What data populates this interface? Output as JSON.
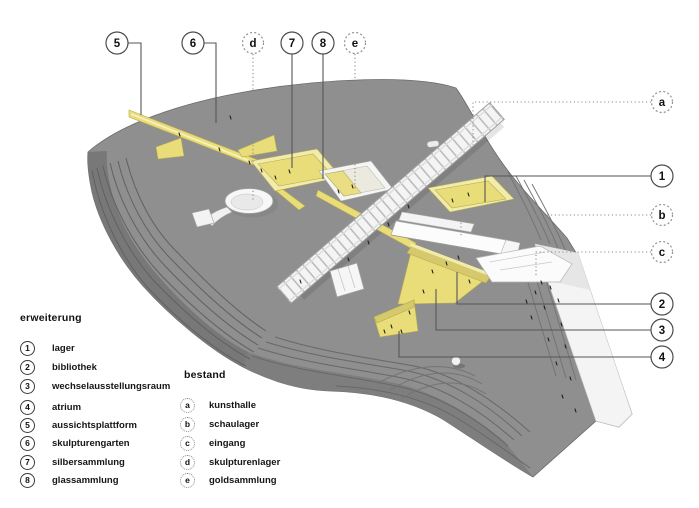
{
  "diagram": {
    "type": "architectural-site-axonometric",
    "language": "de"
  },
  "legend": {
    "erweiterung": {
      "title": "erweiterung",
      "items": [
        {
          "key": "1",
          "label": "lager"
        },
        {
          "key": "2",
          "label": "bibliothek"
        },
        {
          "key": "3",
          "label": "wechselausstellungsraum"
        },
        {
          "key": "4",
          "label": "atrium"
        },
        {
          "key": "5",
          "label": "aussichtsplattform"
        },
        {
          "key": "6",
          "label": "skulpturengarten"
        },
        {
          "key": "7",
          "label": "silbersammlung"
        },
        {
          "key": "8",
          "label": "glassammlung"
        }
      ]
    },
    "bestand": {
      "title": "bestand",
      "items": [
        {
          "key": "a",
          "label": "kunsthalle"
        },
        {
          "key": "b",
          "label": "schaulager"
        },
        {
          "key": "c",
          "label": "eingang"
        },
        {
          "key": "d",
          "label": "skulpturenlager"
        },
        {
          "key": "e",
          "label": "goldsammlung"
        }
      ]
    }
  },
  "callouts": {
    "top": [
      {
        "label": "5",
        "style": "solid"
      },
      {
        "label": "6",
        "style": "solid"
      },
      {
        "label": "d",
        "style": "dotted"
      },
      {
        "label": "7",
        "style": "solid"
      },
      {
        "label": "8",
        "style": "solid"
      },
      {
        "label": "e",
        "style": "dotted"
      }
    ],
    "right": [
      {
        "label": "a",
        "style": "dotted"
      },
      {
        "label": "1",
        "style": "solid"
      },
      {
        "label": "b",
        "style": "dotted"
      },
      {
        "label": "c",
        "style": "dotted"
      },
      {
        "label": "2",
        "style": "solid"
      },
      {
        "label": "3",
        "style": "solid"
      },
      {
        "label": "4",
        "style": "solid"
      }
    ]
  },
  "colors": {
    "extension_yellow": "#e9dd7a",
    "extension_yellow_wall": "#d6c96b",
    "extension_yellow_rim": "#f2ecac",
    "terrain_gray": "#8f8f8f",
    "cliff_gray": "#787878",
    "existing_white": "#f4f4f4",
    "background": "#ffffff"
  }
}
